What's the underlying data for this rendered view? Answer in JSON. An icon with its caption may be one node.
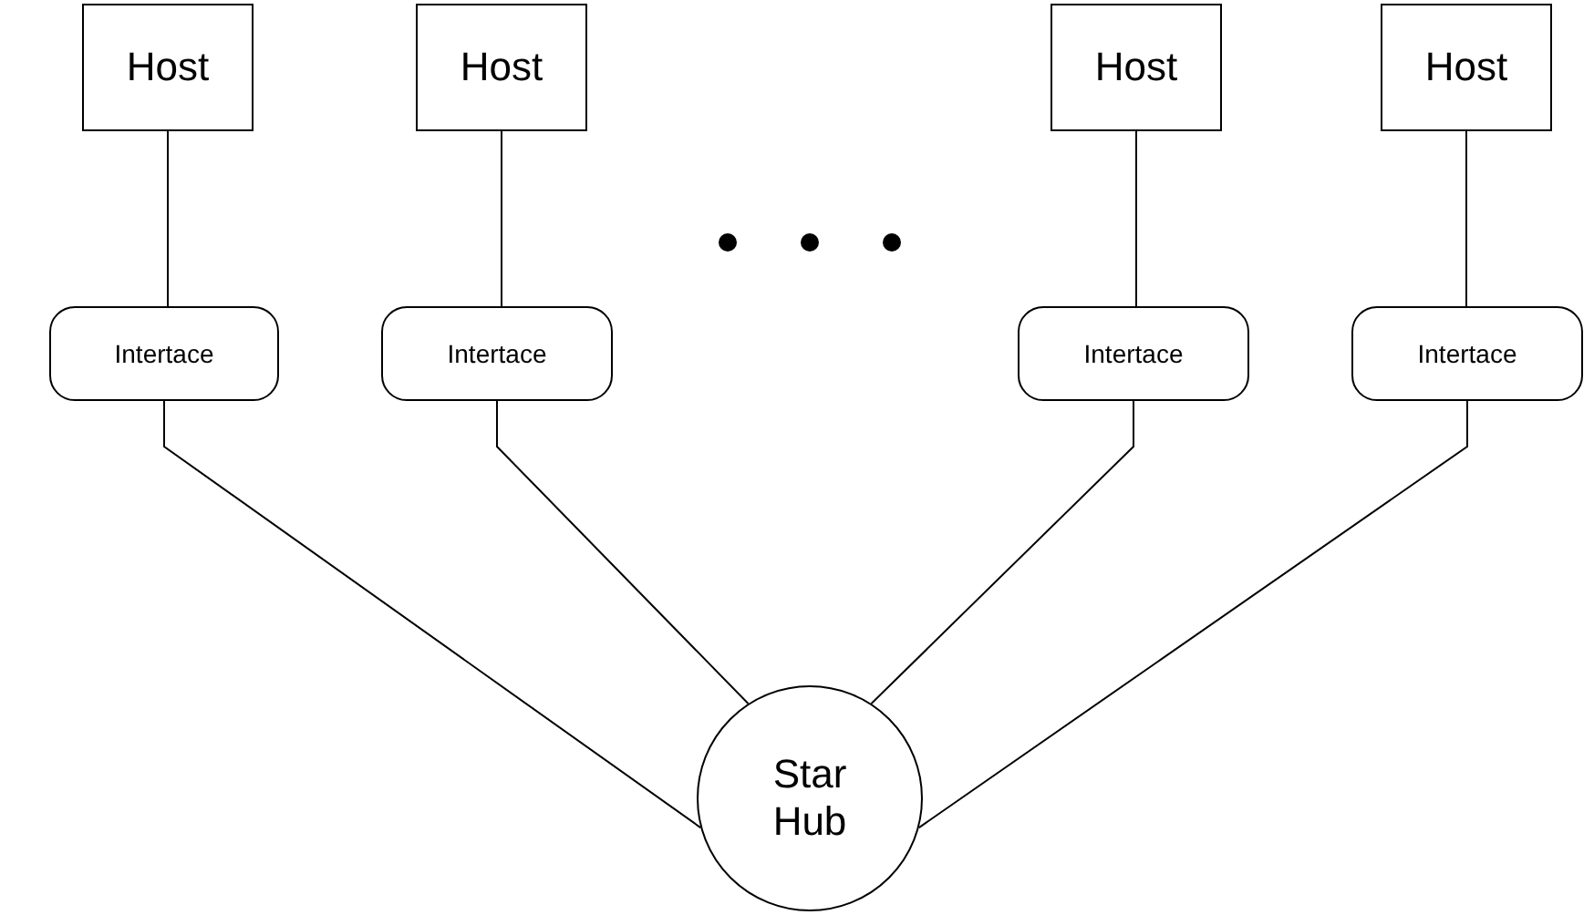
{
  "diagram": {
    "nodes": [
      {
        "text": [
          "Host"
        ]
      },
      {
        "text": [
          "Host"
        ]
      },
      {
        "text": [
          "Host"
        ]
      },
      {
        "text": [
          "Host"
        ]
      },
      {
        "text": [
          "Intertace"
        ]
      },
      {
        "text": [
          "Intertace"
        ]
      },
      {
        "text": [
          "Intertace"
        ]
      },
      {
        "text": [
          "Intertace"
        ]
      },
      {
        "text": [
          "Star Hub"
        ]
      }
    ],
    "edges": [
      {
        "from": 0,
        "to": 4,
        "arrow": "none"
      },
      {
        "from": 1,
        "to": 5,
        "arrow": "none"
      },
      {
        "from": 2,
        "to": 6,
        "arrow": "none"
      },
      {
        "from": 3,
        "to": 7,
        "arrow": "none"
      },
      {
        "from": 4,
        "to": 8,
        "arrow": "none"
      },
      {
        "from": 5,
        "to": 8,
        "arrow": "none"
      },
      {
        "from": 6,
        "to": 8,
        "arrow": "none"
      },
      {
        "from": 7,
        "to": 8,
        "arrow": "none"
      }
    ]
  }
}
